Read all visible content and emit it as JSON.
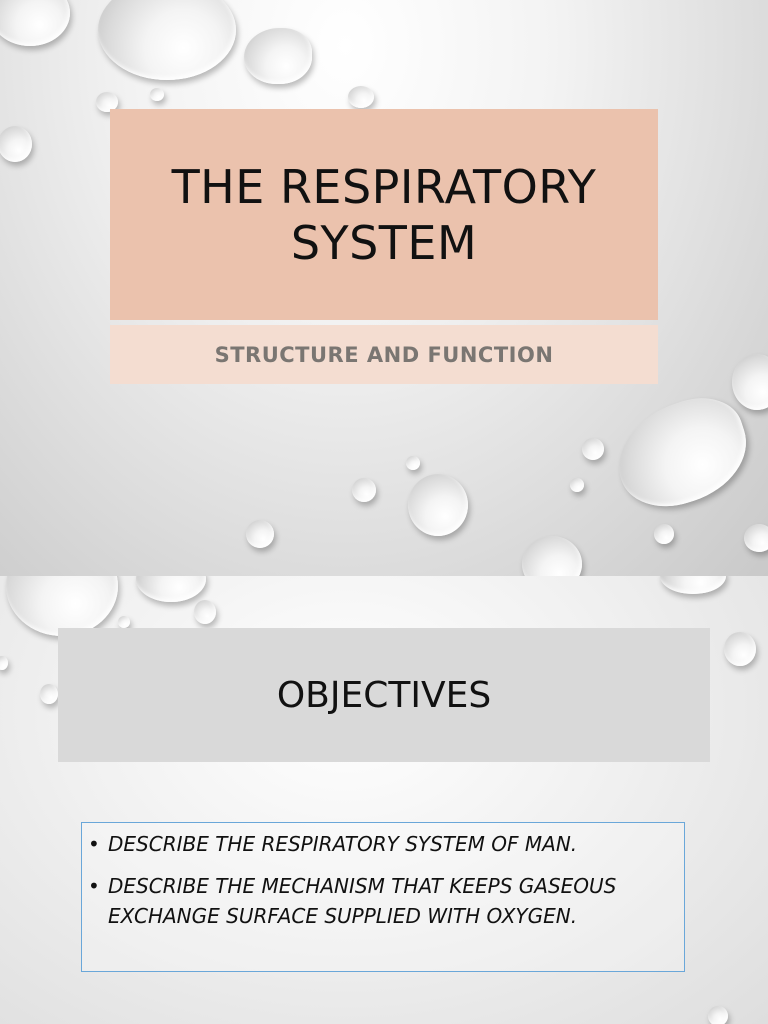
{
  "slide1": {
    "title_line1": "THE RESPIRATORY",
    "title_line2": "SYSTEM",
    "subtitle": "STRUCTURE AND FUNCTION",
    "title_bg": "#ebc2ad",
    "subtitle_bg": "#f4ddd1"
  },
  "slide2": {
    "heading": "OBJECTIVES",
    "heading_bg": "#d9d9d9",
    "bullets": [
      "DESCRIBE THE RESPIRATORY SYSTEM OF MAN.",
      "DESCRIBE THE MECHANISM THAT KEEPS GASEOUS EXCHANGE SURFACE SUPPLIED WITH OXYGEN."
    ],
    "box_border": "#6aa7d9"
  }
}
